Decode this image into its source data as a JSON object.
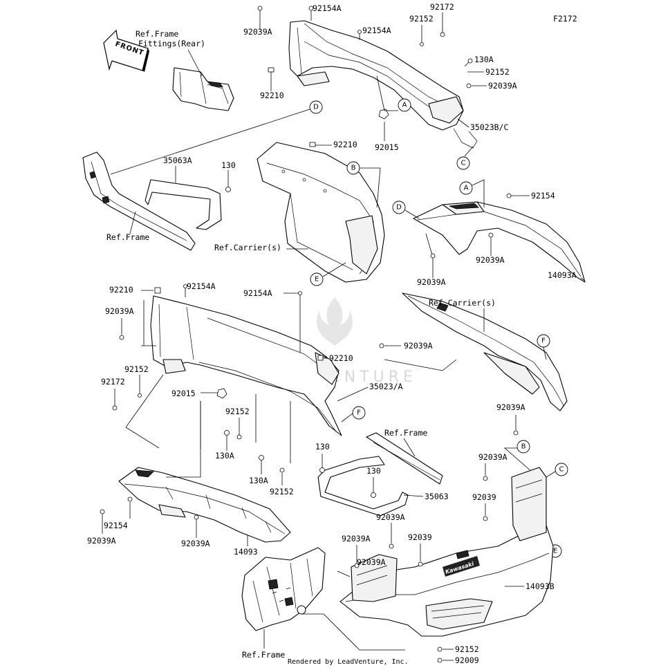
{
  "figure_code": "F2172",
  "footer": "Rendered by LeadVenture, Inc.",
  "watermark": "LEADVENTURE",
  "front_arrow": "FRONT",
  "brand_mark": "Kawasaki",
  "labels": {
    "l92154A_a": "92154A",
    "l92172_a": "92172",
    "l92152_a": "92152",
    "l92039A_a": "92039A",
    "l92154A_b": "92154A",
    "lRefFrameFit": "Ref.Frame",
    "lFittingsRear": "Fittings(Rear)",
    "l130A_a": "130A",
    "l92152_b": "92152",
    "l92039A_b": "92039A",
    "l92210_a": "92210",
    "l35023BC": "35023B/C",
    "l92015_a": "92015",
    "l92210_b": "92210",
    "l35063A": "35063A",
    "l130_a": "130",
    "lRefFrame_a": "Ref.Frame",
    "lRefCarrier_a": "Ref.Carrier(s)",
    "l92154_a": "92154",
    "l92039A_c": "92039A",
    "l92039A_d": "92039A",
    "l14093A": "14093A",
    "l92210_c": "92210",
    "l92154A_c": "92154A",
    "l92039A_e": "92039A",
    "l92154A_d": "92154A",
    "lRefCarrier_b": "Ref.Carrier(s)",
    "l92039A_f": "92039A",
    "l92210_d": "92210",
    "l92152_c": "92152",
    "l92172_b": "92172",
    "l92015_b": "92015",
    "l35023A": "35023/A",
    "l92152_d": "92152",
    "l130A_b": "130A",
    "lRefFrame_b": "Ref.Frame",
    "l130_b": "130",
    "l130_c": "130",
    "l35063": "35063",
    "l130A_c": "130A",
    "l92152_e": "92152",
    "l92039A_g": "92039A",
    "l92039A_h": "92039A",
    "l92039": "92039",
    "l92039A_i": "92039A",
    "l92154_b": "92154",
    "l92039A_j": "92039A",
    "l92039A_k": "92039A",
    "l14093": "14093",
    "l92039A_l": "92039A",
    "l92039A_m": "92039A",
    "l92039_b": "92039",
    "l14093B": "14093B",
    "l92152_f": "92152",
    "l92009": "92009",
    "lRefFrame_c": "Ref.Frame"
  },
  "callouts": {
    "cA1": "A",
    "cB1": "B",
    "cC1": "C",
    "cD1": "D",
    "cE1": "E",
    "cA2": "A",
    "cD2": "D",
    "cF1": "F",
    "cF2": "F",
    "cB2": "B",
    "cC2": "C",
    "cE2": "E"
  }
}
